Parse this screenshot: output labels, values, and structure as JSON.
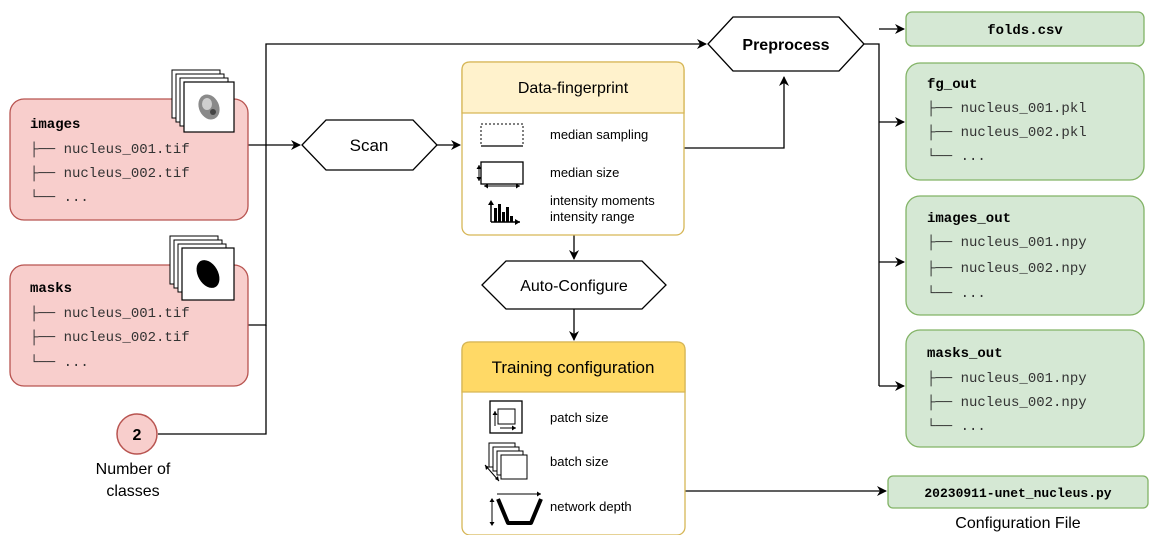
{
  "inputs": {
    "images": {
      "title": "images",
      "items": [
        "├── nucleus_001.tif",
        "├── nucleus_002.tif",
        "└── ..."
      ]
    },
    "masks": {
      "title": "masks",
      "items": [
        "├── nucleus_001.tif",
        "├── nucleus_002.tif",
        "└── ..."
      ]
    },
    "classes": {
      "value": "2",
      "label_line1": "Number of",
      "label_line2": "classes"
    }
  },
  "steps": {
    "scan": "Scan",
    "preprocess": "Preprocess",
    "auto_configure": "Auto-Configure"
  },
  "fingerprint": {
    "title": "Data-fingerprint",
    "items": [
      {
        "icon": "median-sampling-icon",
        "label": "median sampling"
      },
      {
        "icon": "median-size-icon",
        "label": "median size"
      },
      {
        "icon": "histogram-icon",
        "label_line1": "intensity moments",
        "label_line2": "intensity range"
      }
    ]
  },
  "training": {
    "title": "Training configuration",
    "items": [
      {
        "icon": "patch-size-icon",
        "label": "patch size"
      },
      {
        "icon": "batch-size-icon",
        "label": "batch size"
      },
      {
        "icon": "network-depth-icon",
        "label": "network depth"
      }
    ]
  },
  "outputs": {
    "folds": "folds.csv",
    "fg_out": {
      "title": "fg_out",
      "items": [
        "├── nucleus_001.pkl",
        "├── nucleus_002.pkl",
        "└── ..."
      ]
    },
    "images_out": {
      "title": "images_out",
      "items": [
        "├── nucleus_001.npy",
        "├── nucleus_002.npy",
        "└── ..."
      ]
    },
    "masks_out": {
      "title": "masks_out",
      "items": [
        "├── nucleus_001.npy",
        "├── nucleus_002.npy",
        "└── ..."
      ]
    },
    "config_file": "20230911-unet_nucleus.py",
    "config_label": "Configuration File"
  },
  "colors": {
    "input_fill": "#f8cecc",
    "input_stroke": "#b85450",
    "output_fill": "#d5e8d4",
    "output_stroke": "#82b366",
    "fingerprint_header": "#fff2cc",
    "training_header": "#ffd966",
    "panel_stroke": "#d6b656",
    "line": "#000000"
  }
}
